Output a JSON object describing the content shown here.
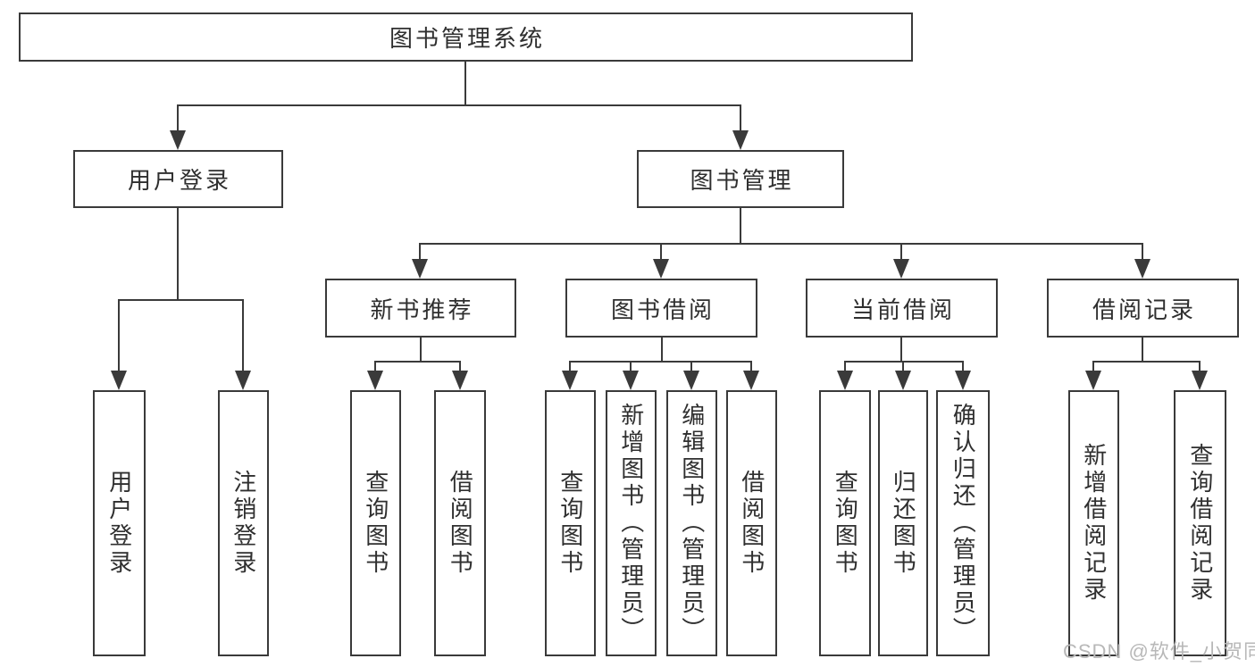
{
  "colors": {
    "background": "#ffffff",
    "line": "#3a3a3a",
    "text": "#2f2f2f",
    "watermark": "#b8b8b8"
  },
  "watermark": "CSDN @软件_小贺同学",
  "tree": {
    "root": {
      "label": "图书管理系统",
      "children": [
        {
          "label": "用户登录",
          "children": [
            {
              "label": "用户登录"
            },
            {
              "label": "注销登录"
            }
          ]
        },
        {
          "label": "图书管理",
          "children": [
            {
              "label": "新书推荐",
              "children": [
                {
                  "label": "查询图书"
                },
                {
                  "label": "借阅图书"
                }
              ]
            },
            {
              "label": "图书借阅",
              "children": [
                {
                  "label": "查询图书"
                },
                {
                  "label": "新增图书（管理员）"
                },
                {
                  "label": "编辑图书（管理员）"
                },
                {
                  "label": "借阅图书"
                }
              ]
            },
            {
              "label": "当前借阅",
              "children": [
                {
                  "label": "查询图书"
                },
                {
                  "label": "归还图书"
                },
                {
                  "label": "确认归还（管理员）"
                }
              ]
            },
            {
              "label": "借阅记录",
              "children": [
                {
                  "label": "新增借阅记录"
                },
                {
                  "label": "查询借阅记录"
                }
              ]
            }
          ]
        }
      ]
    }
  }
}
